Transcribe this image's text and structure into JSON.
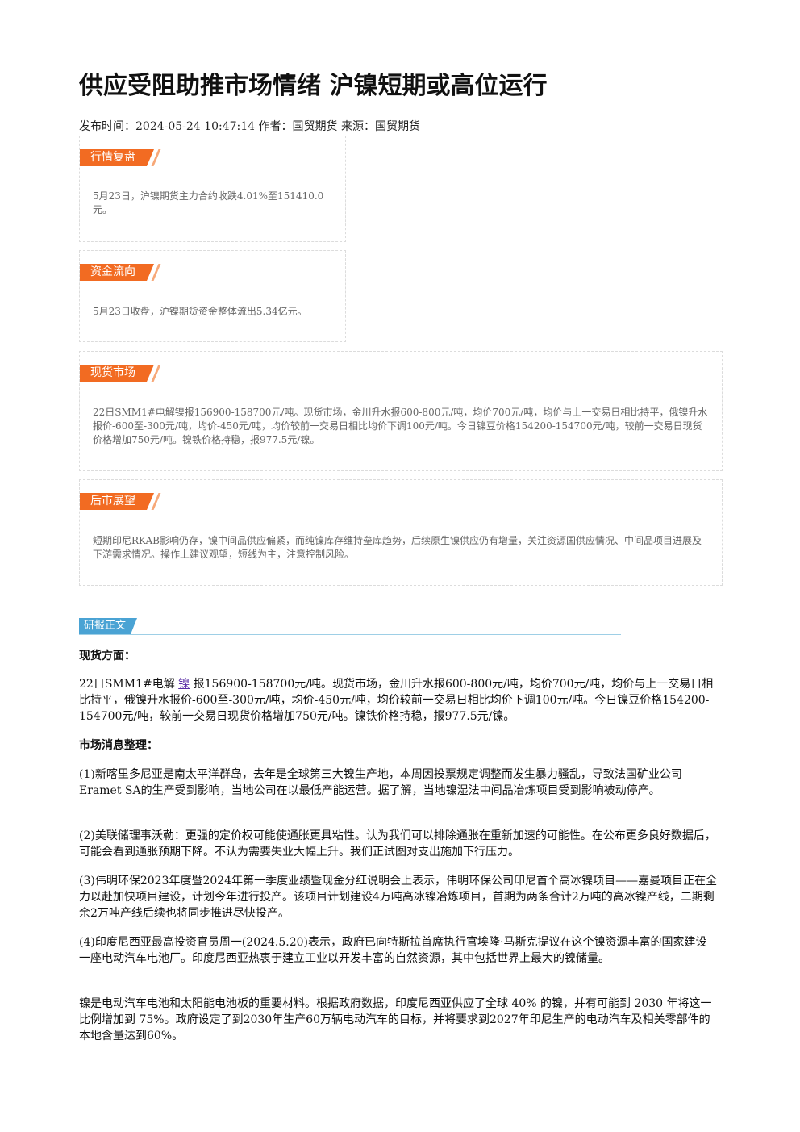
{
  "article": {
    "title": "供应受阻助推市场情绪 沪镍短期或高位运行",
    "meta": "发布时间：2024-05-24 10:47:14 作者：国贸期货 来源：国贸期货"
  },
  "cards": [
    {
      "tag": "行情复盘",
      "text": "5月23日，沪镍期货主力合约收跌4.01%至151410.0元。"
    },
    {
      "tag": "资金流向",
      "text": "5月23日收盘，沪镍期货资金整体流出5.34亿元。"
    },
    {
      "tag": "现货市场",
      "text": "22日SMM1#电解镍报156900-158700元/吨。现货市场，金川升水报600-800元/吨，均价700元/吨，均价与上一交易日相比持平，俄镍升水报价-600至-300元/吨，均价-450元/吨，均价较前一交易日相比均价下调100元/吨。今日镍豆价格154200-154700元/吨，较前一交易日现货价格增加750元/吨。镍铁价格持稳，报977.5元/镍。"
    },
    {
      "tag": "后市展望",
      "text": "短期印尼RKAB影响仍存，镍中间品供应偏紧，而纯镍库存维持垒库趋势，后续原生镍供应仍有增量，关注资源国供应情况、中间品项目进展及下游需求情况。操作上建议观望，短线为主，注意控制风险。"
    }
  ],
  "report": {
    "tag": "研报正文",
    "spot_heading": "现货方面：",
    "spot_para_pre": "22日SMM1#电解",
    "spot_para_link": "镍",
    "spot_para_post": "报156900-158700元/吨。现货市场，金川升水报600-800元/吨，均价700元/吨，均价与上一交易日相比持平，俄镍升水报价-600至-300元/吨，均价-450元/吨，均价较前一交易日相比均价下调100元/吨。今日镍豆价格154200-154700元/吨，较前一交易日现货价格增加750元/吨。镍铁价格持稳，报977.5元/镍。",
    "news_heading": "市场消息整理：",
    "news": [
      "(1)新喀里多尼亚是南太平洋群岛，去年是全球第三大镍生产地，本周因投票规定调整而发生暴力骚乱，导致法国矿业公司Eramet SA的生产受到影响，当地公司在以最低产能运营。据了解，当地镍湿法中间品冶炼项目受到影响被动停产。",
      "(2)美联储理事沃勒：更强的定价权可能使通胀更具粘性。认为我们可以排除通胀在重新加速的可能性。在公布更多良好数据后，可能会看到通胀预期下降。不认为需要失业大幅上升。我们正试图对支出施加下行压力。",
      "(3)伟明环保2023年度暨2024年第一季度业绩暨现金分红说明会上表示，伟明环保公司印尼首个高冰镍项目——嘉曼项目正在全力以赴加快项目建设，计划今年进行投产。该项目计划建设4万吨高冰镍冶炼项目，首期为两条合计2万吨的高冰镍产线，二期剩余2万吨产线后续也将同步推进尽快投产。",
      "(4)印度尼西亚最高投资官员周一(2024.5.20)表示，政府已向特斯拉首席执行官埃隆·马斯克提议在这个镍资源丰富的国家建设一座电动汽车电池厂。印度尼西亚热衷于建立工业以开发丰富的自然资源，其中包括世界上最大的镍储量。",
      "镍是电动汽车电池和太阳能电池板的重要材料。根据政府数据，印度尼西亚供应了全球 40% 的镍，并有可能到 2030 年将这一比例增加到 75%。政府设定了到2030年生产60万辆电动汽车的目标，并将要求到2027年印尼生产的电动汽车及相关零部件的本地含量达到60%。"
    ]
  }
}
